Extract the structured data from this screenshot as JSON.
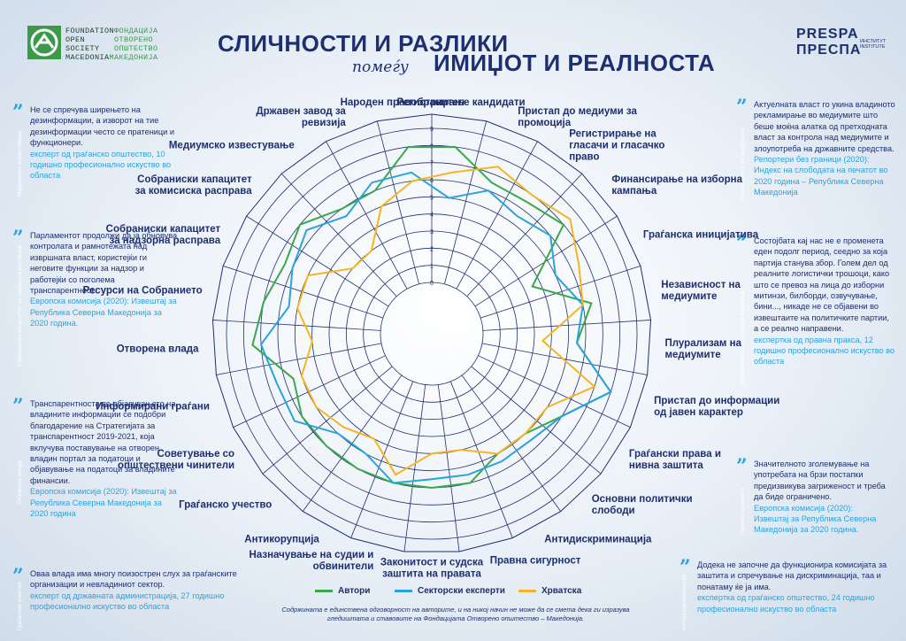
{
  "logo": {
    "line1_en": "FOUNDATION",
    "line1_mk": "ФОНДАЦИЈА",
    "line2_en": "OPEN",
    "line2_mk": "ОТВОРЕНО",
    "line3_en": "SOCIETY",
    "line3_mk": "ОПШТЕСТВО",
    "line4_en": "MACEDONIA",
    "line4_mk": "МАКЕДОНИЈА"
  },
  "title": {
    "line1": "СЛИЧНОСТИ И РАЗЛИКИ",
    "middle": "помеѓу",
    "line2": "ИМИЏОТ И РЕАЛНОСТА"
  },
  "prespa": {
    "top": "PRESPA",
    "bottom": "ПРЕСПА",
    "sub": "ИНСТИТУТ INSTITUTE"
  },
  "quotes_left": [
    {
      "text": "Не се спречува ширењето на дезинформации, а изворот на тие дезинформации често се пратеници и функционери.",
      "source": "експерт од граѓанско општество, 10 годишно професионално искуство во областа",
      "tab": "Медиумско известување"
    },
    {
      "text": "Парламентот продолжи да ја обновува контролата и рамнотежата над извршната власт, користејќи ги неговите функции за надзор и работејќи со поголема транспарентност.",
      "source": "Европска комисија (2020): Извештај за Република Северна Македонија за 2020 година.",
      "tab": "Собраниски капацитет за надзорна расправа"
    },
    {
      "text": "Транспарентноста во објавувањето на владините информации се подобри благодарение на Стратегијата за транспарентност 2019-2021, која вклучува поставување на отворен владин портал за податоци и објавување на податоци за владините финансии.",
      "source": "Европска комисија (2020): Извештај за Република Северна Македонија за 2020 година",
      "tab": "Отворена влада"
    },
    {
      "text": "Оваа влада има многу поизострен слух за граѓанските организации и невладиниот сектор.",
      "source": "експерт од државната администрација, 27 годишно професионално искуство во областа",
      "tab": "Граѓанско учество"
    }
  ],
  "quotes_right": [
    {
      "text": "Актуелната власт го укина владиното рекламирање во медиумите што беше моќна алатка од претходната власт за контрола над медиумите и злоупотреба на државните средства.",
      "source": "Репортери без граници (2020): Индекс на слободата на печатот во 2020 година – Република Северна Македонија",
      "tab": "Независност на медиумите"
    },
    {
      "text": "Состојбата кај нас не е променета еден подолг период, сеедно за која партија станува збор. Голем дел од реалните логистички трошоци, како што се превоз на лица до изборни митинзи, билборди, озвучување, бини..., никаде не се објавени во извештаите на политичките партии, а се реално направени.",
      "source": "експертка од правна пракса, 12 годишно професионално искуство во областа",
      "tab": "Финансирање на изборна кампања"
    },
    {
      "text": "Значителното зголемување на употребата на брзи постапки предизвикува загриженост и треба да биде ограничено.",
      "source": "Европска комисија (2020): Извештај за Република Северна Македонија за 2020 година.",
      "tab": "Правна сигурност"
    },
    {
      "text": "Додека не започне да функционира комисијата за заштита и спречување на дискриминација, таа и понатаму ќе ја има.",
      "source": "експертка од граѓанско општество, 24 годишно професионално искуство во областа",
      "tab": "Антидискриминација"
    }
  ],
  "footer": "Содржината е единствена одговорност на авторите, и на никој начин не може да се смета дека ги изразува гледиштата и ставовите на Фондацијата Отворено општество – Македонија.",
  "chart_data": {
    "type": "radar",
    "rlim": [
      0,
      9
    ],
    "ticks": [
      "0",
      "1",
      "2",
      "3",
      "4",
      "5",
      "6",
      "7",
      "8",
      "9"
    ],
    "categories": [
      "Регистрирање кандидати",
      "Пристап до медиуми за промоција",
      "Регистрирање на гласачи и гласачко право",
      "Финансирање на изборна кампања",
      "Граѓанска иницијатива",
      "Независност на медиумите",
      "Плурализам на медиумите",
      "Пристап до информации од јавен карактер",
      "Граѓански права и нивна заштита",
      "Основни политички слободи",
      "Антидискриминација",
      "Правна сигурност",
      "Законитост и судска заштита на правата",
      "Назначување на судии и обвинители",
      "Антикорупција",
      "Граѓанско учество",
      "Советување со општествени чинители",
      "Информирани граѓани",
      "Отворена влада",
      "Ресурси на Собранието",
      "Собраниски капацитет за надзорна расправа",
      "Собраниски капацитет за комисиска расправа",
      "Медиумско известување",
      "Државен завод за ревизија",
      "Народен правобранител"
    ],
    "series": [
      {
        "name": "Автори",
        "color": "#3aa84a",
        "values": [
          8,
          6.5,
          6.5,
          7,
          3.5,
          6.5,
          5.5,
          8,
          6,
          5,
          5,
          6,
          6,
          6,
          6,
          6,
          6,
          5.5,
          7.5,
          7,
          6.5,
          7,
          6,
          6,
          8
        ]
      },
      {
        "name": "Секторски експерти",
        "color": "#2aa3dc",
        "values": [
          5,
          6,
          5.5,
          6,
          5,
          6,
          5.5,
          8,
          6,
          5.5,
          5.5,
          5.5,
          5.5,
          6,
          5,
          5,
          6.5,
          6.5,
          7,
          5.5,
          6,
          6.5,
          5.5,
          6.5,
          6.5
        ]
      },
      {
        "name": "Хрватска",
        "color": "#f5b521",
        "values": [
          6.5,
          7.5,
          7,
          7.5,
          6.5,
          6,
          3.5,
          7,
          5,
          5,
          5,
          4,
          4,
          5.5,
          4,
          4.5,
          5,
          5,
          4,
          5,
          5,
          3,
          3,
          5,
          6
        ]
      }
    ]
  }
}
